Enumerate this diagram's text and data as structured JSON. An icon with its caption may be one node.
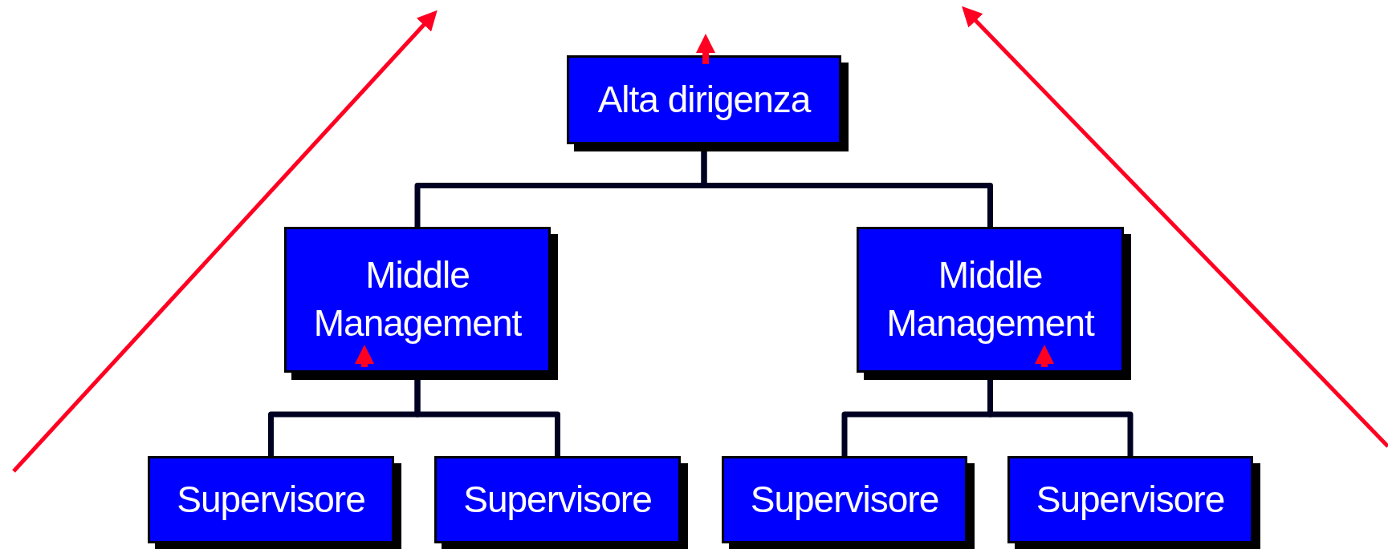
{
  "diagram": {
    "nodes": [
      {
        "text": [
          "Alta dirigenza"
        ]
      },
      {
        "text": [
          "Middle Management"
        ]
      },
      {
        "text": [
          "Middle Management"
        ]
      },
      {
        "text": [
          "Supervisore"
        ]
      },
      {
        "text": [
          "Supervisore"
        ]
      },
      {
        "text": [
          "Supervisore"
        ]
      },
      {
        "text": [
          "Supervisore"
        ]
      }
    ],
    "edges": [
      {
        "from": 0,
        "to": 1,
        "arrow": "none"
      },
      {
        "from": 0,
        "to": 2,
        "arrow": "none"
      },
      {
        "from": 1,
        "to": 3,
        "arrow": "none"
      },
      {
        "from": 1,
        "to": 4,
        "arrow": "none"
      },
      {
        "from": 2,
        "to": 5,
        "arrow": "none"
      },
      {
        "from": 2,
        "to": 6,
        "arrow": "none"
      }
    ]
  }
}
